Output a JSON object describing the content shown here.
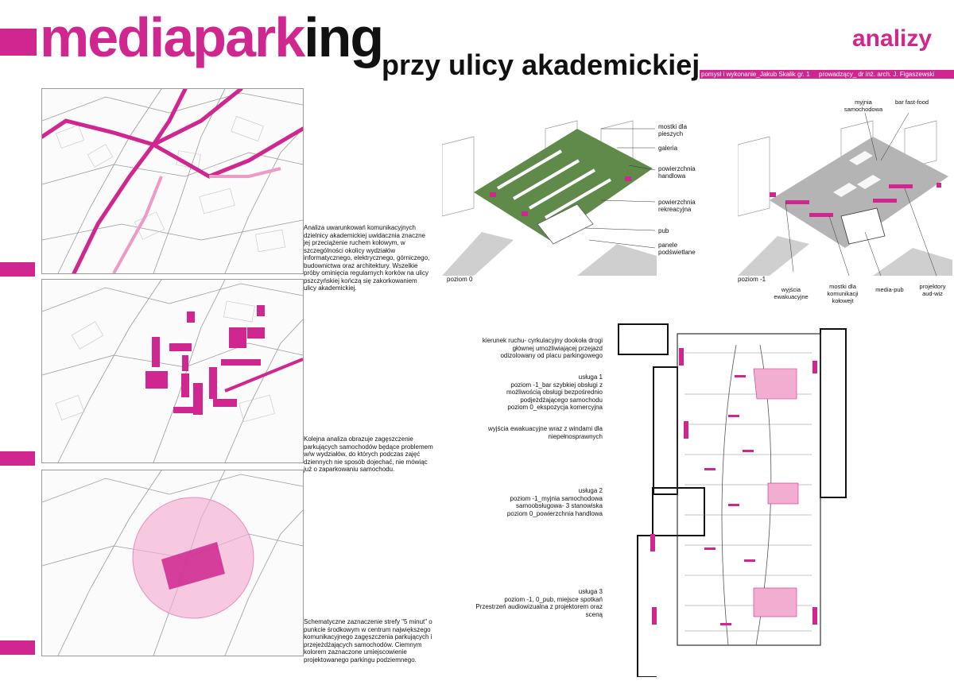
{
  "header": {
    "title_pink": "mediapark",
    "title_black": "ing",
    "subtitle": "przy ulicy akademickiej",
    "section": "analizy",
    "author": "pomysł i wykonanie_Jakub Skalik gr. 1",
    "supervisor": "prowadzący_ dr inż. arch. J. Figaszewski"
  },
  "analyses": [
    {
      "text": "Analiza uwarunkowań komunikacyjnych dzielnicy akademickiej uwidacznia znaczne jej przeciążenie ruchem kołowym, w szczególności okolicy wydziałów informatycznego, elektrycznego, górniczego, budownictwa oraz architektury. Wszelkie próby ominięcia regularnych korków na ulicy pszczyńskiej kończą się zakorkowaniem ulicy akademickiej."
    },
    {
      "text": "Kolejna analiza obrazuje zagęszczenie parkujących samochodów będące problemem w/w wydziałów, do których podczas zajęć dziennych nie sposób dojechać, nie mówiąc już o zaparkowaniu samochodu."
    },
    {
      "text": "Schematyczne zaznaczenie strefy \"5 minut\" o punkcie środkowym w centrum największego komunikacyjnego zagęszczenia parkujących i przejeżdżających samochodów. Ciemnym kolorem zaznaczone umiejscowienie projektowanego parkingu podziemnego."
    }
  ],
  "level0": {
    "caption": "poziom 0",
    "labels": [
      "mostki dla pieszych",
      "galeria",
      "powierzchnia handlowa",
      "powierzchnia rekreacyjna",
      "pub",
      "panele podświetlane"
    ]
  },
  "level1": {
    "caption": "poziom -1",
    "top_labels": [
      "myjnia samochodowa",
      "bar fast-food"
    ],
    "bottom_labels": [
      "wyjścia ewakuacyjne",
      "mostki dla komunikacji kołowejt",
      "media-pub",
      "projektory aud-wiz"
    ]
  },
  "plan_notes": [
    "kierunek ruchu- cyrkulacyjny dookoła drogi głównej umożliwiającej przejazd odizolowany od placu parkingowego",
    "usługa 1\npoziom -1_bar szybkiej obsługi z możliwością obsługi bezpośrednio podjeżdżającego samochodu\npoziom 0_ekspozycja komercyjna",
    "wyjścia ewakuacyjne wraz z windami dla niepełnosprawnych",
    "usługa 2\npoziom -1_myjnia samochodowa samoobsługowa- 3 stanowiska\npoziom 0_powierzchnia handlowa",
    "usługa 3\npoziom -1, 0_pub, miejsce spotkań\nPrzestrzeń audiowizualna z projektorem oraz sceną"
  ],
  "colors": {
    "accent": "#d0268f",
    "zone": "#f4bcd9",
    "roof_green": "#5f8a4a",
    "light_pink": "#f2aed1"
  }
}
